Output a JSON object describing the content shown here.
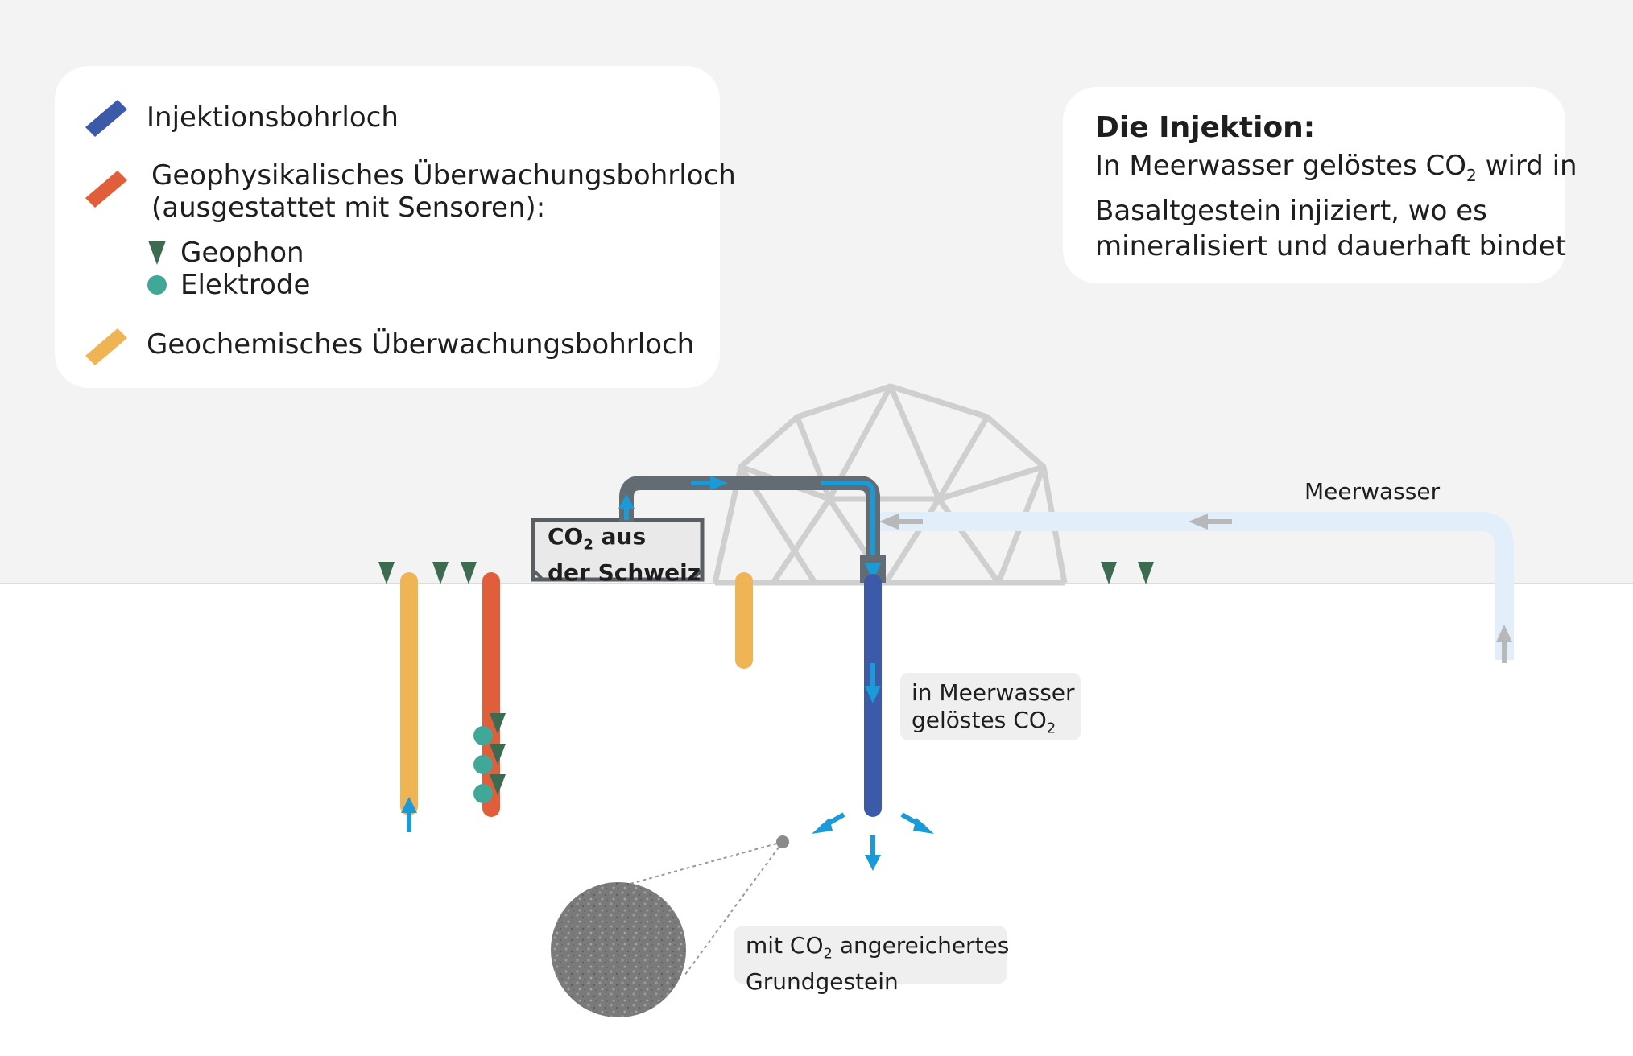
{
  "legend": {
    "injection_well": {
      "label": "Injektionsbohrloch",
      "color": "#3c5aa8"
    },
    "geophysical_well": {
      "line1": "Geophysikalisches Überwachungsbohrloch",
      "line2": "(ausgestattet mit Sensoren):",
      "color": "#e05f3a"
    },
    "geophone": {
      "label": "Geophon",
      "color": "#3d6b52"
    },
    "electrode": {
      "label": "Elektrode",
      "color": "#3fa898"
    },
    "geochemical_well": {
      "label": "Geochemisches Überwachungsbohrloch",
      "color": "#efb555"
    }
  },
  "info": {
    "title": "Die Injektion:",
    "line1_a": "In Meerwasser gelöstes CO",
    "line1_sub": "2",
    "line1_b": " wird in",
    "line2": "Basaltgestein injiziert, wo es",
    "line3": "mineralisiert und dauerhaft bindet"
  },
  "labels": {
    "seawater": "Meerwasser",
    "co2_line1_a": "CO",
    "co2_line1_sub": "2",
    "co2_line1_b": " aus",
    "co2_line2": "der Schweiz",
    "dissolved_line1": "in Meerwasser",
    "dissolved_line2_a": "gelöstes CO",
    "dissolved_line2_sub": "2",
    "rock_line1_a": "mit CO",
    "rock_line1_sub": "2",
    "rock_line1_b": " angereichertes",
    "rock_line2": "Grundgestein"
  },
  "colors": {
    "flow_arrow": "#1a9ad8",
    "pipe": "#636b73",
    "seawater_pipe": "#e2eef9",
    "seawater_arrow": "#b8b8b8",
    "dome": "#cfcfcf",
    "sky": "#f3f3f3"
  }
}
